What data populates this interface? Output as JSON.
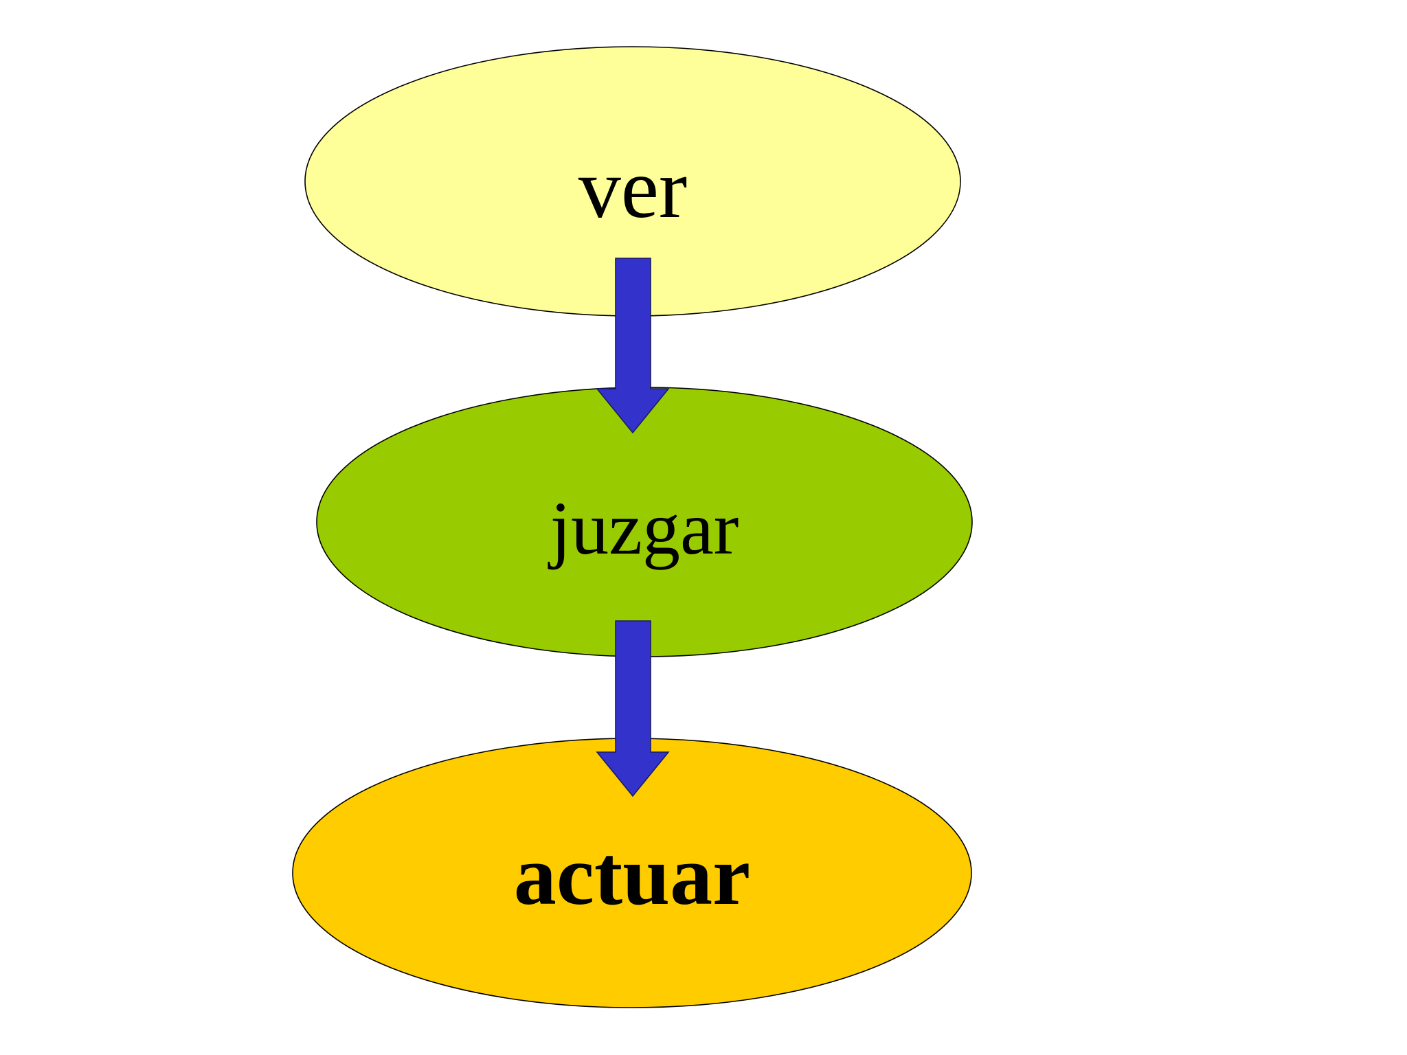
{
  "diagram": {
    "nodes": [
      {
        "id": "ver",
        "label": "ver",
        "color": "#FFFF99"
      },
      {
        "id": "juzgar",
        "label": "juzgar",
        "color": "#99CC00"
      },
      {
        "id": "actuar",
        "label": "actuar",
        "color": "#FFCC00"
      }
    ],
    "edges": [
      {
        "from": "ver",
        "to": "juzgar"
      },
      {
        "from": "juzgar",
        "to": "actuar"
      }
    ],
    "arrow_color": "#3333CC",
    "background_color": "#FFFFFF"
  }
}
